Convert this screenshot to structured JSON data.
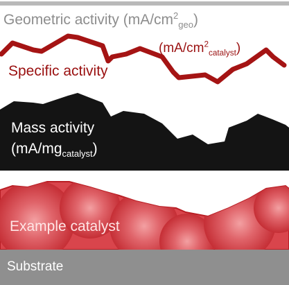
{
  "labels": {
    "geometric": {
      "text": "Geometric activity (mA/cm",
      "sup": "2",
      "sub": "geo",
      "close": ")"
    },
    "specific": "Specific activity",
    "specific_unit": {
      "text": "(mA/cm",
      "sup": "2",
      "sub": "catalyst",
      "close": ")"
    },
    "mass_title": "Mass activity",
    "mass_unit": {
      "text": "(mA/mg",
      "sub": "catalyst",
      "close": ")"
    },
    "catalyst": "Example catalyst",
    "substrate": "Substrate"
  },
  "colors": {
    "geometric_line": "#b9b9b9",
    "specific_line": "#a51414",
    "mass_block": "#141414",
    "catalyst_fill": "#d9454c",
    "catalyst_edge": "#b81e24",
    "substrate": "#8f8f8f"
  }
}
